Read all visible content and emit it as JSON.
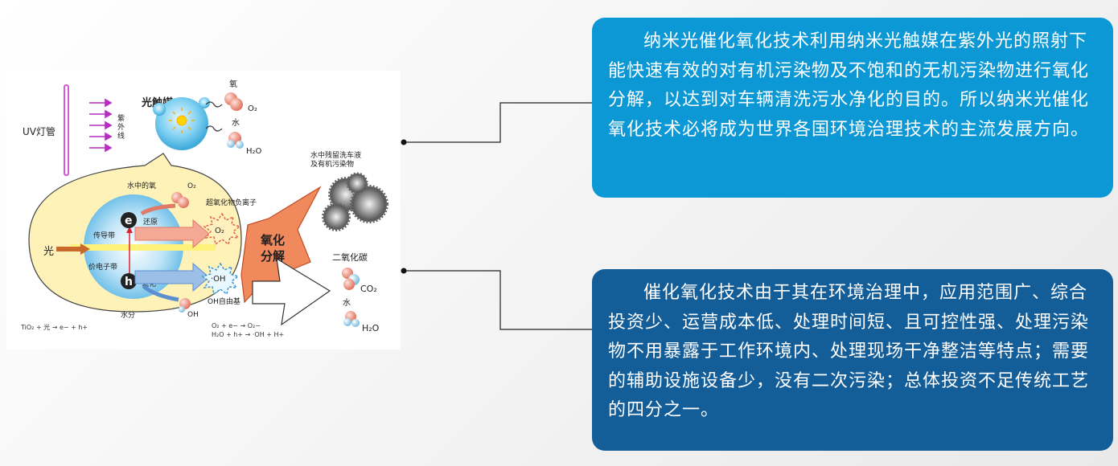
{
  "diagram": {
    "uv_lamp": "UV灯管",
    "uv_rays": "紫外线",
    "catalyst": "光触媒",
    "oxygen": "氧",
    "o2": "O₂",
    "water": "水",
    "h2o": "H₂O",
    "oxygen_in_water": "水中的氧",
    "o2_inner": "O₂",
    "electron": "e",
    "reduction": "还原",
    "superoxide": "超氧化物负离子",
    "o2_minus": "O₂",
    "conduction_band": "传导带",
    "light": "光",
    "valence_band": "价电子带",
    "hole": "h",
    "oxidation": "氧化",
    "oh_radical": "·OH",
    "oh_free": "OH自由基",
    "water_part": "水分",
    "oh_minus": "OH",
    "oxidation_decomp_1": "氧化",
    "oxidation_decomp_2": "分解",
    "pollutant_1": "水中残留洗车液",
    "pollutant_2": "及有机污染物",
    "co2_label": "二氧化碳",
    "co2": "CO₂",
    "water2": "水",
    "h2o_2": "H₂O",
    "eq1": "TiO₂ + 光 → e− + h+",
    "eq2": "O₂ + e− → O₂−",
    "eq3": "H₂O + h+ → ·OH + H+"
  },
  "box_top": {
    "text": "纳米光催化氧化技术利用纳米光触媒在紫外光的照射下能快速有效的对有机污染物及不饱和的无机污染物进行氧化分解，以达到对车辆清洗污水净化的目的。所以纳米光催化氧化技术必将成为世界各国环境治理技术的主流发展方向。",
    "color": "#0c97d5"
  },
  "box_bottom": {
    "text": "催化氧化技术由于其在环境治理中，应用范围广、综合投资少、运营成本低、处理时间短、且可控性强、处理污染物不用暴露于工作环境内、处理现场干净整洁等特点；需要的辅助设施设备少，没有二次污染；总体投资不足传统工艺的四分之一。",
    "color": "#135d99"
  }
}
